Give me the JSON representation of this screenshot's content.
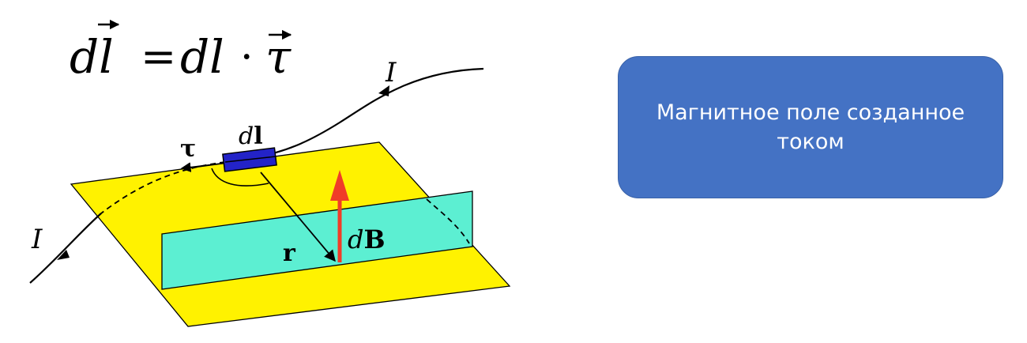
{
  "formula": {
    "d1": "d",
    "l1": "l",
    "equals": "=",
    "d2": "d",
    "l2": "l",
    "dot": "·",
    "tau": "τ"
  },
  "diagram": {
    "label_I_top": "I",
    "label_I_left": "I",
    "label_dl_d": "d",
    "label_dl_l": "l",
    "label_tau": "τ",
    "label_r": "r",
    "label_dB_d": "d",
    "label_dB_B": "B",
    "colors": {
      "plane": "#fff200",
      "perp_plane": "#5cefd2",
      "element": "#2323c8",
      "field_vector": "#f03c28",
      "card": "#4472c4"
    }
  },
  "card": {
    "line1": "Магнитное поле созданное",
    "line2": "током"
  }
}
